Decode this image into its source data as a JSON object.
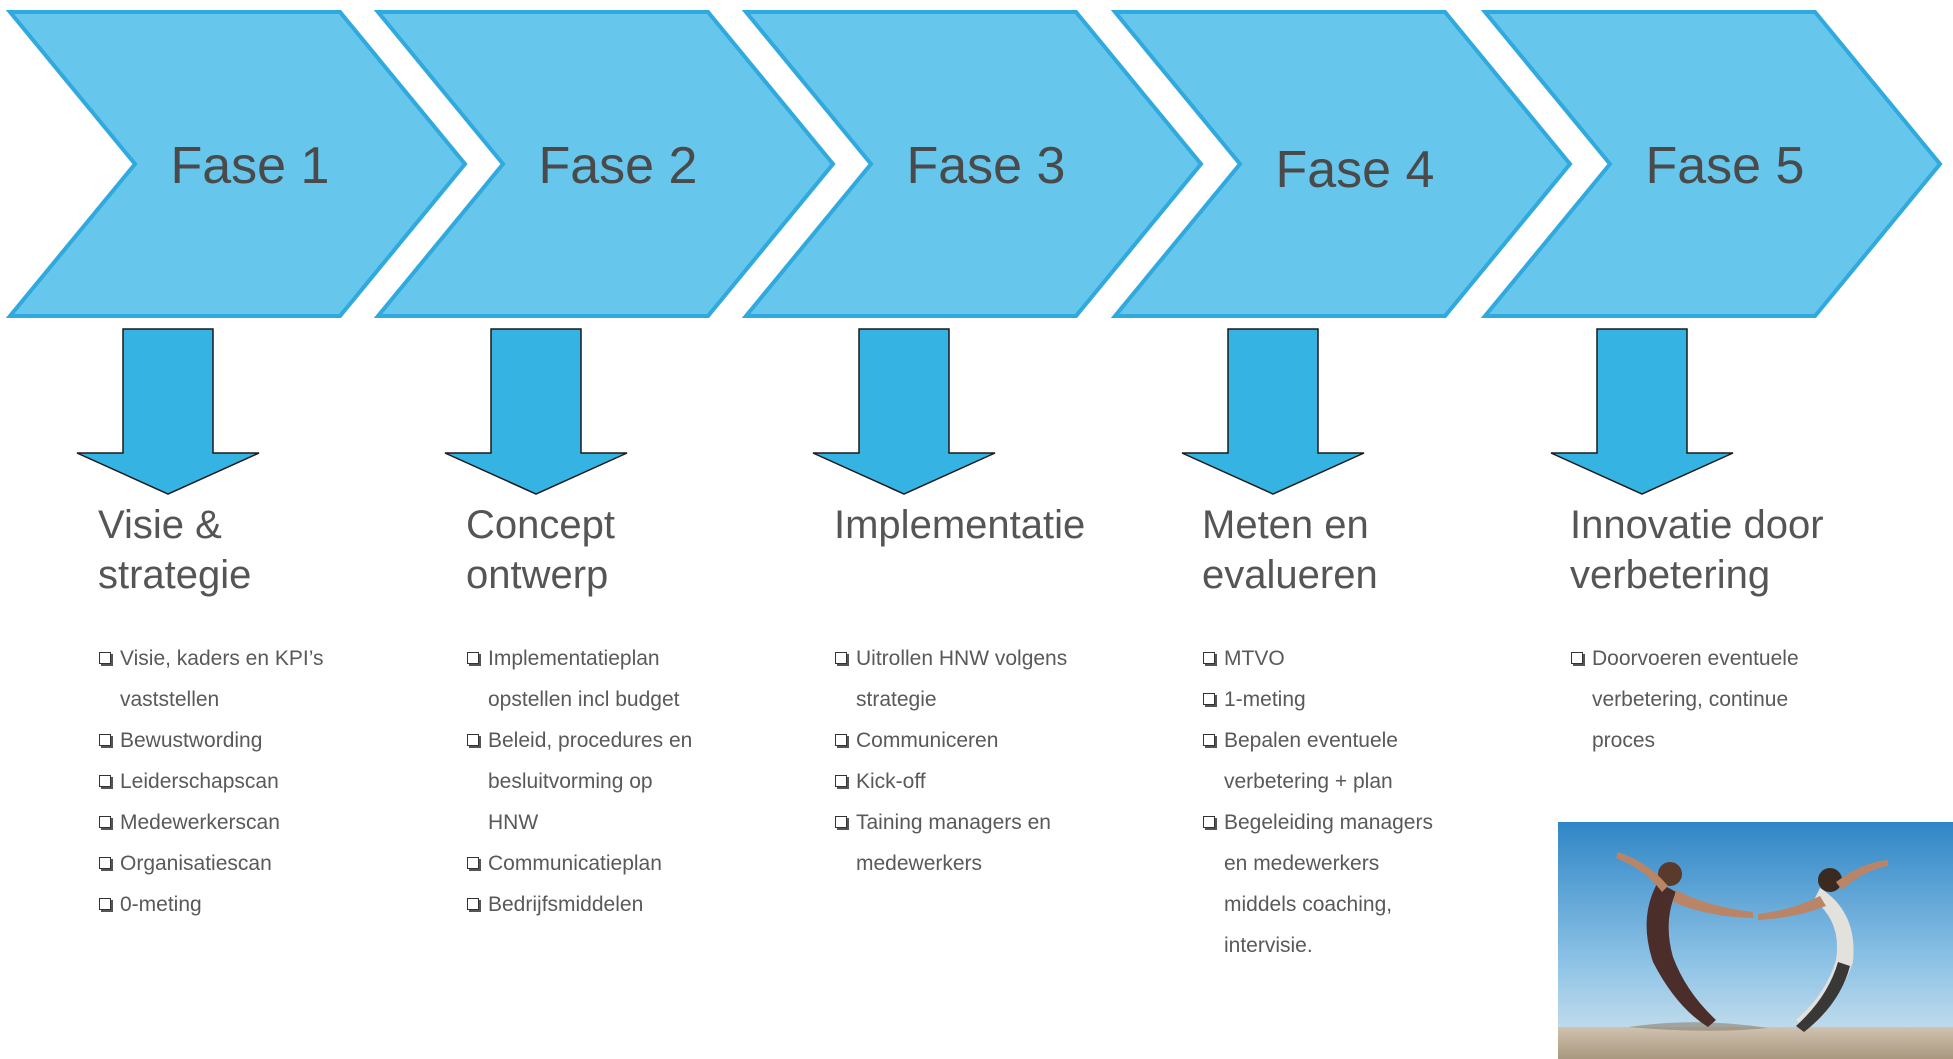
{
  "colors": {
    "chevron_fill": "#67c6eb",
    "chevron_stroke": "#2fa9de",
    "arrow_fill": "#35b3e3",
    "arrow_stroke": "#1a1a1a"
  },
  "phases": [
    {
      "label": "Fase 1",
      "title": "Visie &\nstrategie",
      "items": [
        "Visie, kaders en KPI’s\n vaststellen",
        "Bewustwording",
        "Leiderschapscan",
        "Medewerkerscan",
        "Organisatiescan",
        "0-meting"
      ]
    },
    {
      "label": "Fase 2",
      "title": "Concept\nontwerp",
      "items": [
        "Implementatieplan\n opstellen incl budget",
        "Beleid, procedures en\n besluitvorming op\n  HNW",
        "Communicatieplan",
        "Bedrijfsmiddelen"
      ]
    },
    {
      "label": "Fase 3",
      "title": "Implementatie",
      "items": [
        "Uitrollen HNW volgens\n strategie",
        "Communiceren",
        "Kick-off",
        "Taining managers en\n medewerkers"
      ]
    },
    {
      "label": "Fase 4",
      "title": "Meten en\nevalueren",
      "items": [
        "MTVO",
        "1-meting",
        "Bepalen eventuele\n verbetering + plan",
        "Begeleiding managers\n en medewerkers\n middels coaching,\n intervisie."
      ]
    },
    {
      "label": "Fase 5",
      "title": "Innovatie door\nverbetering",
      "items": [
        "Doorvoeren eventuele\n verbetering, continue\n proces"
      ]
    }
  ],
  "photo": {
    "icon": "jumping-couple-heart-photo"
  }
}
